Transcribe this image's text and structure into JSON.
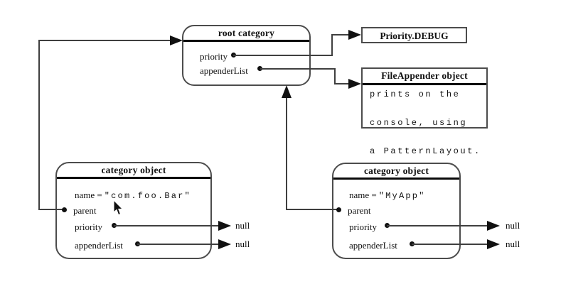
{
  "root_box": {
    "title": "root category",
    "priority_label": "priority",
    "appender_list_label": "appenderList"
  },
  "priority_debug_box": {
    "label": "Priority.DEBUG"
  },
  "file_appender_box": {
    "title": "FileAppender object",
    "body_lines": [
      "prints on the",
      "console, using",
      "a PatternLayout."
    ]
  },
  "left_category_box": {
    "title": "category object",
    "name_label": "name =",
    "name_value": "\"com.foo.Bar\"",
    "parent_label": "parent",
    "priority_label": "priority",
    "appender_list_label": "appenderList",
    "priority_value": "null",
    "appender_list_value": "null"
  },
  "right_category_box": {
    "title": "category object",
    "name_label": "name =",
    "name_value": "\"MyApp\"",
    "parent_label": "parent",
    "priority_label": "priority",
    "appender_list_label": "appenderList",
    "priority_value": "null",
    "appender_list_value": "null"
  },
  "colors": {
    "background": "#ffffff",
    "box_border": "#4c4c4c",
    "connector": "#3f3f3f",
    "arrow": "#111111",
    "separator": "#000000",
    "text": "#111111"
  }
}
